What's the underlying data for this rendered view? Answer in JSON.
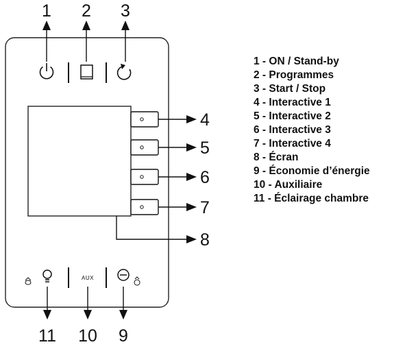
{
  "callouts": {
    "top": [
      "1",
      "2",
      "3"
    ],
    "right": [
      "4",
      "5",
      "6",
      "7",
      "8"
    ],
    "bottom": [
      "11",
      "10",
      "9"
    ]
  },
  "panel": {
    "aux_label": "AUX"
  },
  "icons": {
    "power": "power-icon",
    "programmes": "book-icon",
    "start_stop": "restart-icon",
    "lamp": "lamp-icon",
    "eco": "eco-icon",
    "interactive": "circle-dot-icon"
  },
  "legend": [
    "1 - ON / Stand-by",
    "2 - Programmes",
    "3 - Start / Stop",
    "4 - Interactive 1",
    "5 - Interactive 2",
    "6 - Interactive 3",
    "7 - Interactive 4",
    "8 - Écran",
    "9 - Économie d’énergie",
    "10 - Auxiliaire",
    "11 - Éclairage chambre"
  ]
}
